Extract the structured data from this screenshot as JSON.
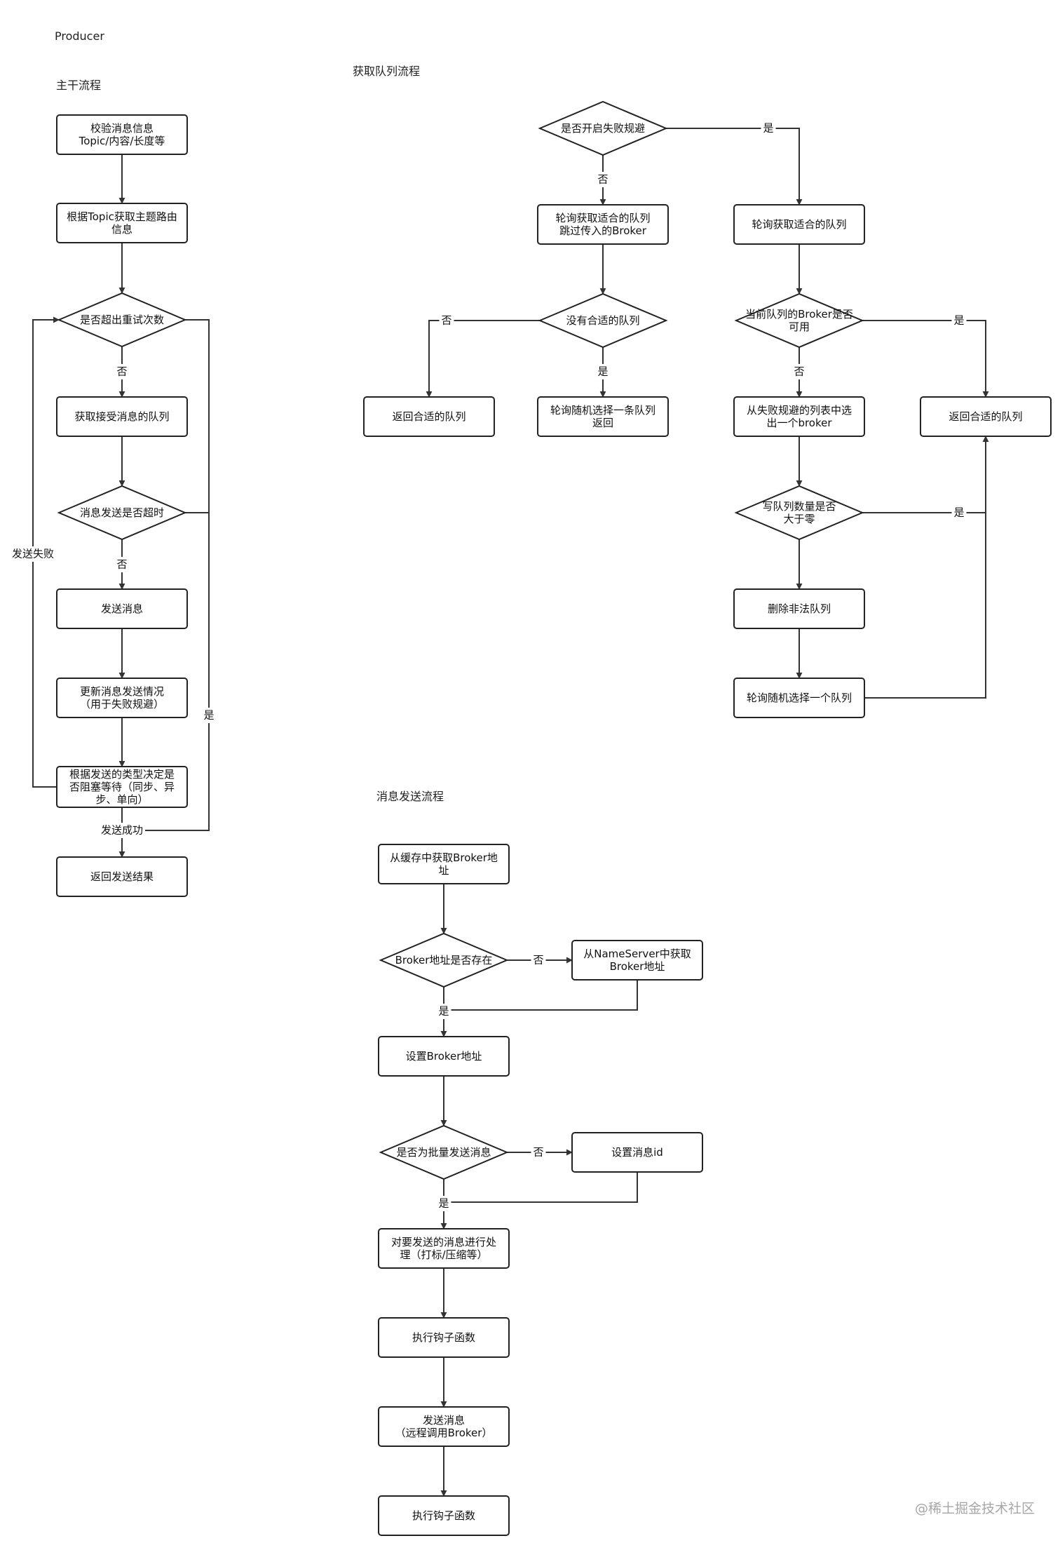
{
  "headings": {
    "producer": "Producer",
    "main_flow": "主干流程",
    "queue_flow": "获取队列流程",
    "send_flow": "消息发送流程"
  },
  "watermark": "@稀土掘金技术社区",
  "main_flow": {
    "nodes": {
      "validate": [
        "校验消息信息",
        "Topic/内容/长度等"
      ],
      "route": [
        "根据Topic获取主题路由",
        "信息"
      ],
      "retry_check": [
        "是否超出重试次数"
      ],
      "get_queue": [
        "获取接受消息的队列"
      ],
      "timeout_check": [
        "消息发送是否超时"
      ],
      "send": [
        "发送消息"
      ],
      "update": [
        "更新消息发送情况",
        "（用于失败规避）"
      ],
      "decide": [
        "根据发送的类型决定是",
        "否阻塞等待（同步、异",
        "步、单向）"
      ],
      "result": [
        "返回发送结果"
      ]
    },
    "labels": {
      "no1": "否",
      "no2": "否",
      "yes": "是",
      "send_fail": "发送失败",
      "send_success": "发送成功"
    }
  },
  "queue_flow": {
    "nodes": {
      "avoid_check": [
        "是否开启失败规避"
      ],
      "poll_skip": [
        "轮询获取适合的队列",
        "跳过传入的Broker"
      ],
      "poll": [
        "轮询获取适合的队列"
      ],
      "none_check": [
        "没有合适的队列"
      ],
      "return_left": [
        "返回合适的队列"
      ],
      "random_one": [
        "轮询随机选择一条队列",
        "返回"
      ],
      "broker_check": [
        "当前队列的Broker是否",
        "可用"
      ],
      "return_right": [
        "返回合适的队列"
      ],
      "pick_broker": [
        "从失败规避的列表中选",
        "出一个broker"
      ],
      "count_check": [
        "写队列数量是否",
        "大于零"
      ],
      "delete": [
        "删除非法队列"
      ],
      "random_queue": [
        "轮询随机选择一个队列"
      ]
    },
    "labels": {
      "avoid_yes": "是",
      "avoid_no": "否",
      "none_no": "否",
      "none_yes": "是",
      "broker_yes": "是",
      "broker_no": "否",
      "count_yes": "是"
    }
  },
  "send_flow": {
    "nodes": {
      "cache": [
        "从缓存中获取Broker地",
        "址"
      ],
      "addr_check": [
        "Broker地址是否存在"
      ],
      "nameserver": [
        "从NameServer中获取",
        "Broker地址"
      ],
      "set_addr": [
        "设置Broker地址"
      ],
      "batch_check": [
        "是否为批量发送消息"
      ],
      "set_id": [
        "设置消息id"
      ],
      "process": [
        "对要发送的消息进行处",
        "理（打标/压缩等）"
      ],
      "hook1": [
        "执行钩子函数"
      ],
      "remote": [
        "发送消息",
        "（远程调用Broker）"
      ],
      "hook2": [
        "执行钩子函数"
      ]
    },
    "labels": {
      "addr_no": "否",
      "addr_yes": "是",
      "batch_no": "否",
      "batch_yes": "是"
    }
  }
}
